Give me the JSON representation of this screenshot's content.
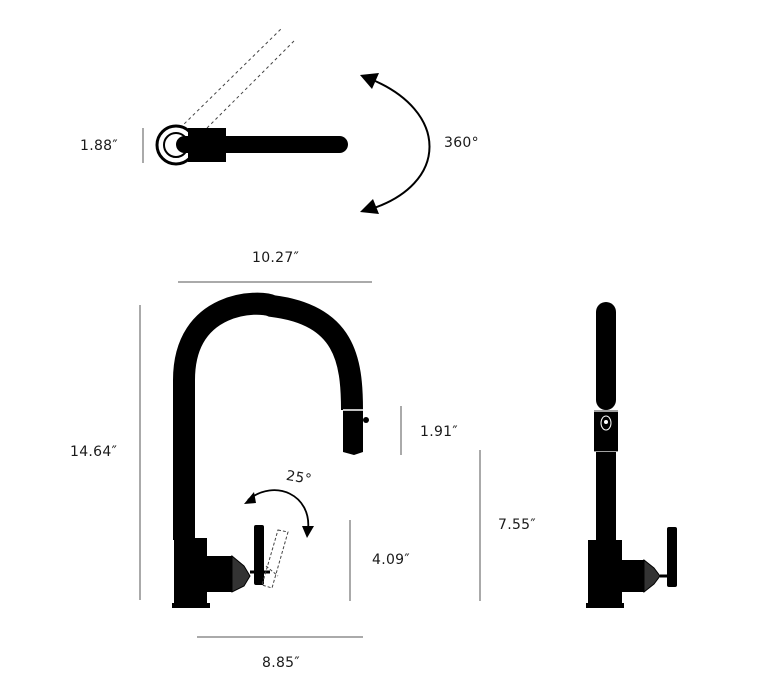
{
  "dimensions": {
    "handle_height": "1.88″",
    "rotation": "360°",
    "spout_reach": "10.27″",
    "total_height": "14.64″",
    "sprayhead_length": "1.91″",
    "lever_angle": "25°",
    "base_height": "4.09″",
    "clearance_height": "7.55″",
    "base_depth": "8.85″"
  },
  "colors": {
    "ink": "#000000",
    "line": "#555555",
    "accent": "#222222"
  }
}
